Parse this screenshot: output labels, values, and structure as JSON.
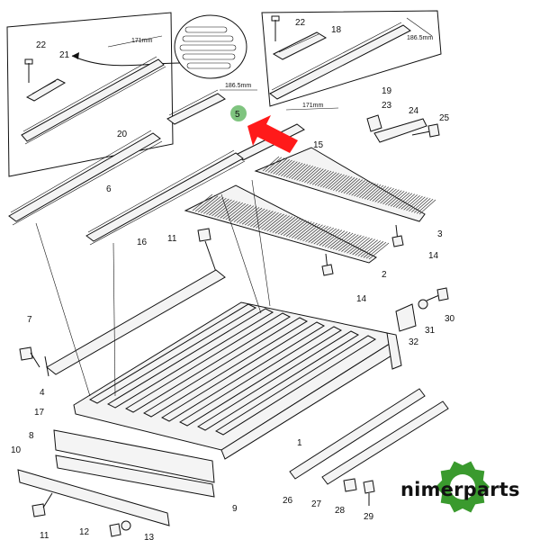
{
  "diagram": {
    "callouts": [
      "1",
      "2",
      "3",
      "4",
      "5",
      "6",
      "7",
      "8",
      "9",
      "10",
      "11",
      "12",
      "13",
      "14",
      "15",
      "16",
      "17",
      "18",
      "19",
      "20",
      "21",
      "22",
      "23",
      "24",
      "25",
      "26",
      "27",
      "28",
      "29",
      "30",
      "31",
      "32"
    ],
    "dimensions": {
      "d171_left": "171mm",
      "d186_right": "186.5mm",
      "d186_mid": "186.5mm",
      "d171_mid": "171mm"
    },
    "highlight_marker": "5",
    "arrow_color": "#ff1a1a",
    "marker_color": "#7fc47f"
  },
  "logo": {
    "text": "nimerparts",
    "gear_color": "#3a9a2e"
  }
}
